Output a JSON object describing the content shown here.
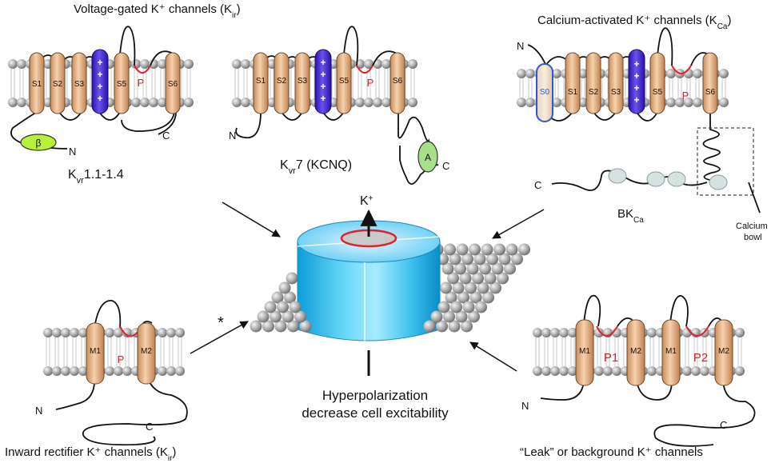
{
  "titles": {
    "voltage_gated": "Voltage-gated K⁺ channels (K",
    "voltage_gated_sub": "ir",
    "voltage_gated_end": ")",
    "calcium_activated": "Calcium-activated K⁺ channels (K",
    "calcium_activated_sub": "Ca",
    "calcium_activated_end": ")",
    "inward_rectifier": "Inward rectifier K⁺ channels (K",
    "inward_rectifier_sub": "ir",
    "inward_rectifier_end": ")",
    "leak": "“Leak” or background K⁺ channels"
  },
  "segments": {
    "s0": "S0",
    "s1": "S1",
    "s2": "S2",
    "s3": "S3",
    "s5": "S5",
    "s6": "S6",
    "m1": "M1",
    "m2": "M2",
    "p": "P",
    "p1": "P1",
    "p2": "P2",
    "beta": "β",
    "a": "A",
    "n": "N",
    "c": "C"
  },
  "subtypes": {
    "kv1": "K",
    "kv1_sub": "vr",
    "kv1_end": "1.1-1.4",
    "kv7": "K",
    "kv7_sub": "vr",
    "kv7_end": "7 (KCNQ)",
    "bk": "BK",
    "bk_sub": "Ca",
    "calcium_bowl_1": "Calcium",
    "calcium_bowl_2": "bowl"
  },
  "center": {
    "ion": "K",
    "ion_sup": "+",
    "result_line1": "Hyperpolarization",
    "result_line2": "decrease cell excitability",
    "asterisk": "*"
  },
  "colors": {
    "helix": "#e8b98f",
    "helix_stroke": "#6b4a2a",
    "voltage_sensor": "#4b2fd0",
    "pore_loop": "#e0202a",
    "s0_helix": "#3b6fd8",
    "beta_subunit": "#b8f03a",
    "a_domain": "#a8e08a",
    "channel_body": "#29b8ea",
    "membrane_bead": "#b0b0b0"
  }
}
